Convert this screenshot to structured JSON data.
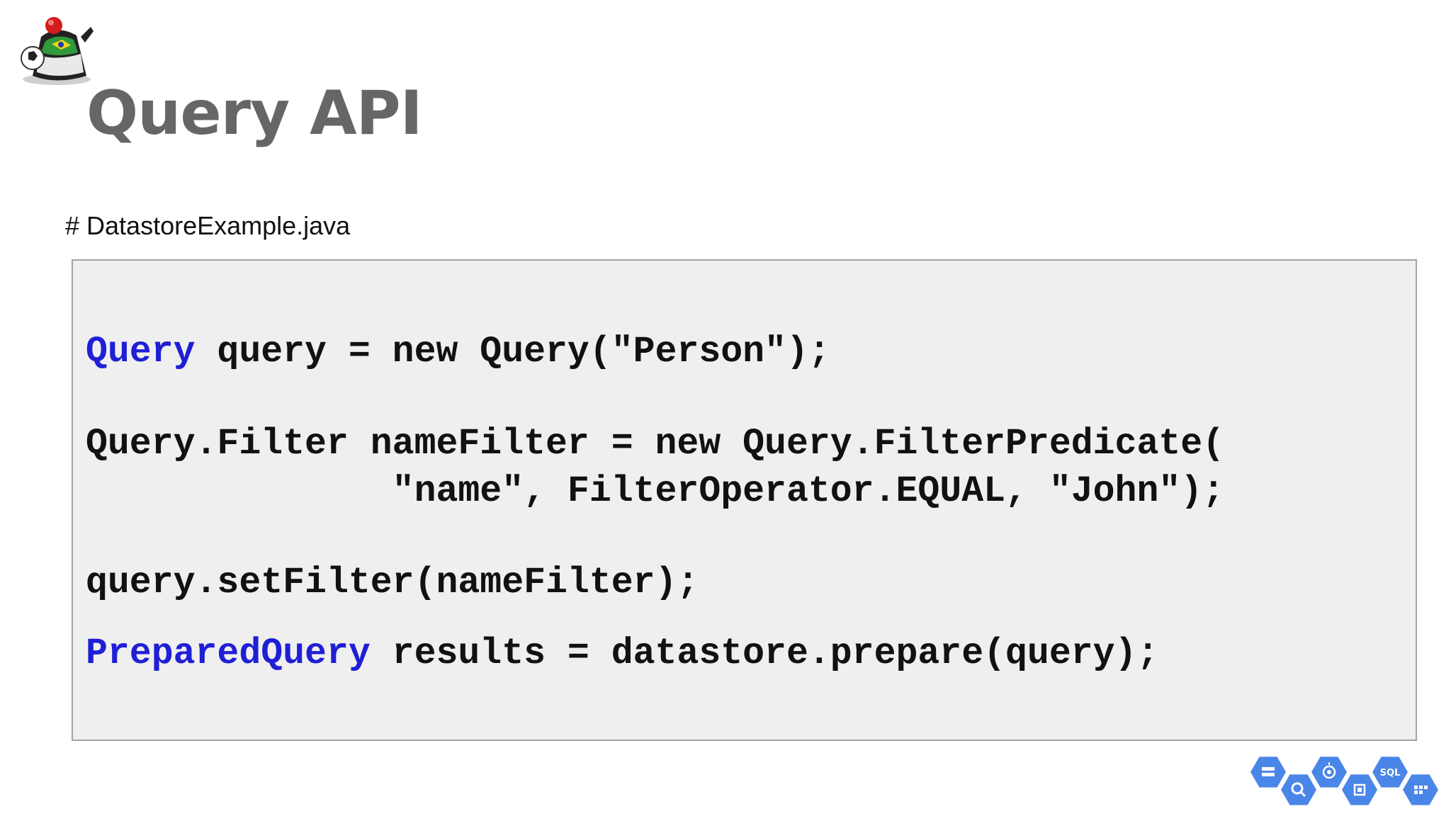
{
  "slide": {
    "title": "Query API",
    "filename": "# DatastoreExample.java"
  },
  "code": {
    "line1_type": "Query",
    "line1_rest": " query = new Query(\"Person\");",
    "line2": "Query.Filter nameFilter = new Query.FilterPredicate(",
    "line3": "              \"name\", FilterOperator.EQUAL, \"John\");",
    "line4": "query.setFilter(nameFilter);",
    "line5_type": "PreparedQuery",
    "line5_rest": " results = datastore.prepare(query);"
  },
  "icons": {
    "mascot": "duke-mascot-icon",
    "cloud_products": [
      "storage-icon",
      "search-icon",
      "target-icon",
      "chip-icon",
      "sql-icon",
      "grid-icon"
    ],
    "sql_label": "SQL"
  },
  "colors": {
    "title": "#666666",
    "keyword": "#1f1fd6",
    "code_bg": "#efefef",
    "code_border": "#a3a3a3",
    "hex_blue": "#4a86e8"
  }
}
